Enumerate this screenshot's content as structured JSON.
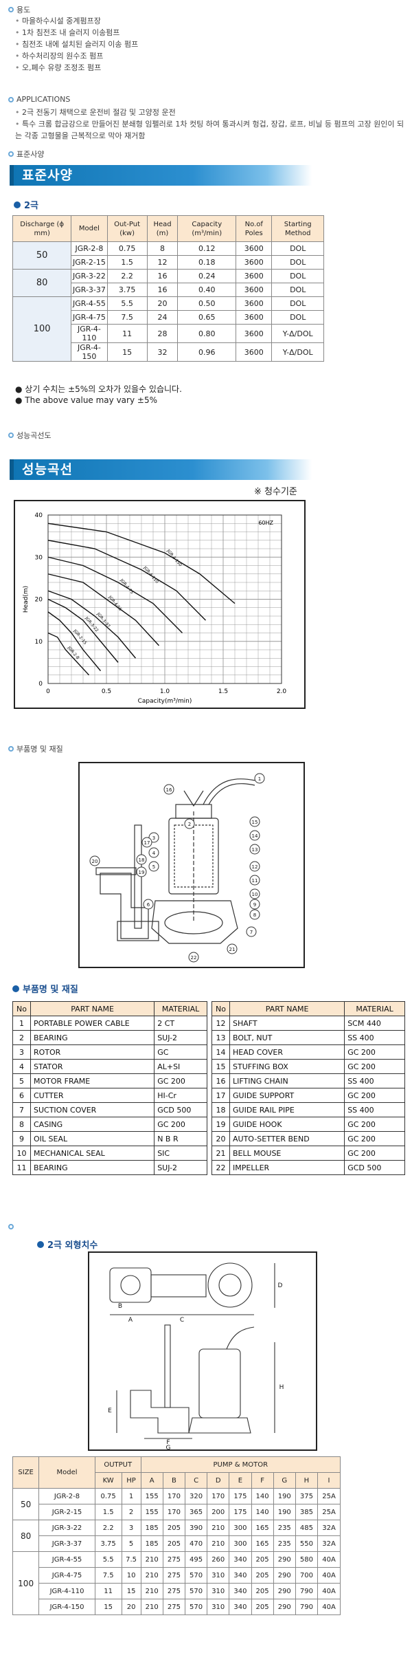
{
  "usage": {
    "heading": "용도",
    "items": [
      "마을하수시설 중계펌프장",
      "1차 침전조 내 슬러지 이송펌프",
      "침전조 내에 설치된 슬러지 이송 펌프",
      "하수처리장의 원수조 펌프",
      "오,폐수 유량 조정조 펌프"
    ]
  },
  "applications": {
    "heading": "APPLICATIONS",
    "items": [
      "2극 전동기 채택으로 운전비 절감 및 고양정 운전",
      "특수 크롬 합금강으로 만들어진 분쇄형 임펠러로 1차 컷팅 하여 통과시켜 헝겁, 장갑, 로프, 비닐 등 펌프의 고장 원인이 되는 각종 고형물을 근복적으로 막아 재거함"
    ]
  },
  "standard": {
    "heading": "표준사양",
    "banner": "표준사양",
    "subtitle": "2극",
    "headers": [
      "Discharge (ϕ mm)",
      "Model",
      "Out-Put (kw)",
      "Head (m)",
      "Capacity (m³/min)",
      "No.of Poles",
      "Starting Method"
    ],
    "groups": [
      {
        "discharge": "50",
        "rows": [
          [
            "JGR-2-8",
            "0.75",
            "8",
            "0.12",
            "3600",
            "DOL"
          ],
          [
            "JGR-2-15",
            "1.5",
            "12",
            "0.18",
            "3600",
            "DOL"
          ]
        ]
      },
      {
        "discharge": "80",
        "rows": [
          [
            "JGR-3-22",
            "2.2",
            "16",
            "0.24",
            "3600",
            "DOL"
          ],
          [
            "JGR-3-37",
            "3.75",
            "16",
            "0.40",
            "3600",
            "DOL"
          ]
        ]
      },
      {
        "discharge": "100",
        "rows": [
          [
            "JGR-4-55",
            "5.5",
            "20",
            "0.50",
            "3600",
            "DOL"
          ],
          [
            "JGR-4-75",
            "7.5",
            "24",
            "0.65",
            "3600",
            "DOL"
          ],
          [
            "JGR-4-110",
            "11",
            "28",
            "0.80",
            "3600",
            "Y-Δ/DOL"
          ],
          [
            "JGR-4-150",
            "15",
            "32",
            "0.96",
            "3600",
            "Y-Δ/DOL"
          ]
        ]
      }
    ],
    "notes": [
      "상기 수치는 ±5%의 오차가 있을수 있습니다.",
      "The above value may vary ±5%"
    ]
  },
  "performance": {
    "heading": "성능곡선도",
    "banner": "성능곡선",
    "note": "※ 청수기준",
    "freq": "60HZ"
  },
  "chart_data": {
    "type": "line",
    "xlabel": "Capacity(m³/min)",
    "ylabel": "Head(m)",
    "xlim": [
      0,
      2
    ],
    "ylim": [
      0,
      40
    ],
    "xticks": [
      "0",
      "0.5",
      "1.0",
      "1.5",
      "2.0"
    ],
    "yticks": [
      "0",
      "10",
      "20",
      "30",
      "40"
    ],
    "series": [
      {
        "name": "JGR-4-150",
        "x": [
          0,
          0.5,
          1.0,
          1.3,
          1.6
        ],
        "y": [
          38,
          36,
          31,
          26,
          19
        ]
      },
      {
        "name": "JGR-4-110",
        "x": [
          0,
          0.4,
          0.8,
          1.1,
          1.35
        ],
        "y": [
          34,
          32,
          27,
          22,
          15
        ]
      },
      {
        "name": "JGR-4-75",
        "x": [
          0,
          0.3,
          0.6,
          0.9,
          1.15
        ],
        "y": [
          30,
          28,
          24,
          19,
          12
        ]
      },
      {
        "name": "JGR-4-55",
        "x": [
          0,
          0.3,
          0.5,
          0.75,
          0.95
        ],
        "y": [
          26,
          24,
          20,
          15,
          9
        ]
      },
      {
        "name": "JGR-3-37",
        "x": [
          0,
          0.2,
          0.4,
          0.6,
          0.75
        ],
        "y": [
          22,
          20,
          16,
          11,
          6
        ]
      },
      {
        "name": "JGR-3-22",
        "x": [
          0,
          0.15,
          0.3,
          0.45,
          0.6
        ],
        "y": [
          20,
          18,
          15,
          10,
          5
        ]
      },
      {
        "name": "JGR-2-15",
        "x": [
          0,
          0.1,
          0.2,
          0.3,
          0.45
        ],
        "y": [
          17,
          15,
          12,
          8,
          3
        ]
      },
      {
        "name": "JGR-2-8",
        "x": [
          0,
          0.08,
          0.15,
          0.25,
          0.35
        ],
        "y": [
          12,
          11,
          8,
          5,
          2
        ]
      }
    ]
  },
  "parts": {
    "heading": "부품명 및 재질",
    "title": "부품명 및 재질",
    "headers": [
      "No",
      "PART NAME",
      "MATERIAL"
    ],
    "left": [
      [
        "1",
        "PORTABLE POWER CABLE",
        "2 CT"
      ],
      [
        "2",
        "BEARING",
        "SUJ-2"
      ],
      [
        "3",
        "ROTOR",
        "GC"
      ],
      [
        "4",
        "STATOR",
        "AL+SI"
      ],
      [
        "5",
        "MOTOR FRAME",
        "GC 200"
      ],
      [
        "6",
        "CUTTER",
        "HI-Cr"
      ],
      [
        "7",
        "SUCTION COVER",
        "GCD 500"
      ],
      [
        "8",
        "CASING",
        "GC 200"
      ],
      [
        "9",
        "OIL SEAL",
        "N B R"
      ],
      [
        "10",
        "MECHANICAL SEAL",
        "SIC"
      ],
      [
        "11",
        "BEARING",
        "SUJ-2"
      ]
    ],
    "right": [
      [
        "12",
        "SHAFT",
        "SCM 440"
      ],
      [
        "13",
        "BOLT, NUT",
        "SS 400"
      ],
      [
        "14",
        "HEAD COVER",
        "GC 200"
      ],
      [
        "15",
        "STUFFING BOX",
        "GC 200"
      ],
      [
        "16",
        "LIFTING CHAIN",
        "SS 400"
      ],
      [
        "17",
        "GUIDE SUPPORT",
        "GC 200"
      ],
      [
        "18",
        "GUIDE RAIL PIPE",
        "SS 400"
      ],
      [
        "19",
        "GUIDE HOOK",
        "GC 200"
      ],
      [
        "20",
        "AUTO-SETTER BEND",
        "GC 200"
      ],
      [
        "21",
        "BELL MOUSE",
        "GC 200"
      ],
      [
        "22",
        "IMPELLER",
        "GCD 500"
      ]
    ],
    "callouts": [
      "1",
      "2",
      "3",
      "4",
      "5",
      "6",
      "7",
      "8",
      "9",
      "10",
      "11",
      "12",
      "13",
      "14",
      "15",
      "16",
      "17",
      "18",
      "19",
      "20",
      "21",
      "22"
    ]
  },
  "dimensions": {
    "title": "2극 외형치수",
    "drawing_labels": [
      "A",
      "B",
      "C",
      "D",
      "E",
      "F",
      "G",
      "H"
    ],
    "header_top": [
      "SIZE",
      "Model",
      "OUTPUT",
      "PUMP & MOTOR"
    ],
    "header_sub": [
      "KW",
      "HP",
      "A",
      "B",
      "C",
      "D",
      "E",
      "F",
      "G",
      "H",
      "I"
    ],
    "groups": [
      {
        "size": "50",
        "rows": [
          [
            "JGR-2-8",
            "0.75",
            "1",
            "155",
            "170",
            "320",
            "170",
            "175",
            "140",
            "190",
            "375",
            "25A"
          ],
          [
            "JGR-2-15",
            "1.5",
            "2",
            "155",
            "170",
            "365",
            "200",
            "175",
            "140",
            "190",
            "385",
            "25A"
          ]
        ]
      },
      {
        "size": "80",
        "rows": [
          [
            "JGR-3-22",
            "2.2",
            "3",
            "185",
            "205",
            "390",
            "210",
            "300",
            "165",
            "235",
            "485",
            "32A"
          ],
          [
            "JGR-3-37",
            "3.75",
            "5",
            "185",
            "205",
            "470",
            "210",
            "300",
            "165",
            "235",
            "550",
            "32A"
          ]
        ]
      },
      {
        "size": "100",
        "rows": [
          [
            "JGR-4-55",
            "5.5",
            "7.5",
            "210",
            "275",
            "495",
            "260",
            "340",
            "205",
            "290",
            "580",
            "40A"
          ],
          [
            "JGR-4-75",
            "7.5",
            "10",
            "210",
            "275",
            "570",
            "310",
            "340",
            "205",
            "290",
            "700",
            "40A"
          ],
          [
            "JGR-4-110",
            "11",
            "15",
            "210",
            "275",
            "570",
            "310",
            "340",
            "205",
            "290",
            "790",
            "40A"
          ],
          [
            "JGR-4-150",
            "15",
            "20",
            "210",
            "275",
            "570",
            "310",
            "340",
            "205",
            "290",
            "790",
            "40A"
          ]
        ]
      }
    ]
  }
}
